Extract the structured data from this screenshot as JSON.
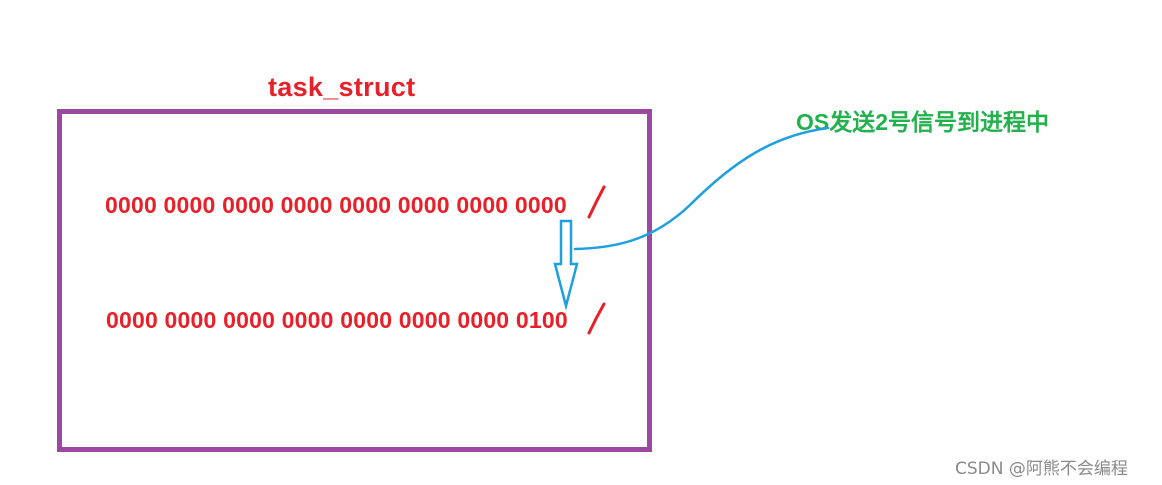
{
  "diagram": {
    "title": "task_struct",
    "bits_before": "0000 0000 0000 0000 0000 0000 0000 0000",
    "bits_after": "0000 0000 0000 0000 0000 0000 0000 0100",
    "signal_label": "OS发送2号信号到进程中",
    "watermark": "CSDN @阿熊不会编程"
  },
  "colors": {
    "box_border": "#9b48a0",
    "bit_text": "#e8202a",
    "title_text": "#e8202a",
    "label_text": "#22b14c",
    "arrow": "#1ea0e0",
    "watermark": "#8a8a8a"
  }
}
